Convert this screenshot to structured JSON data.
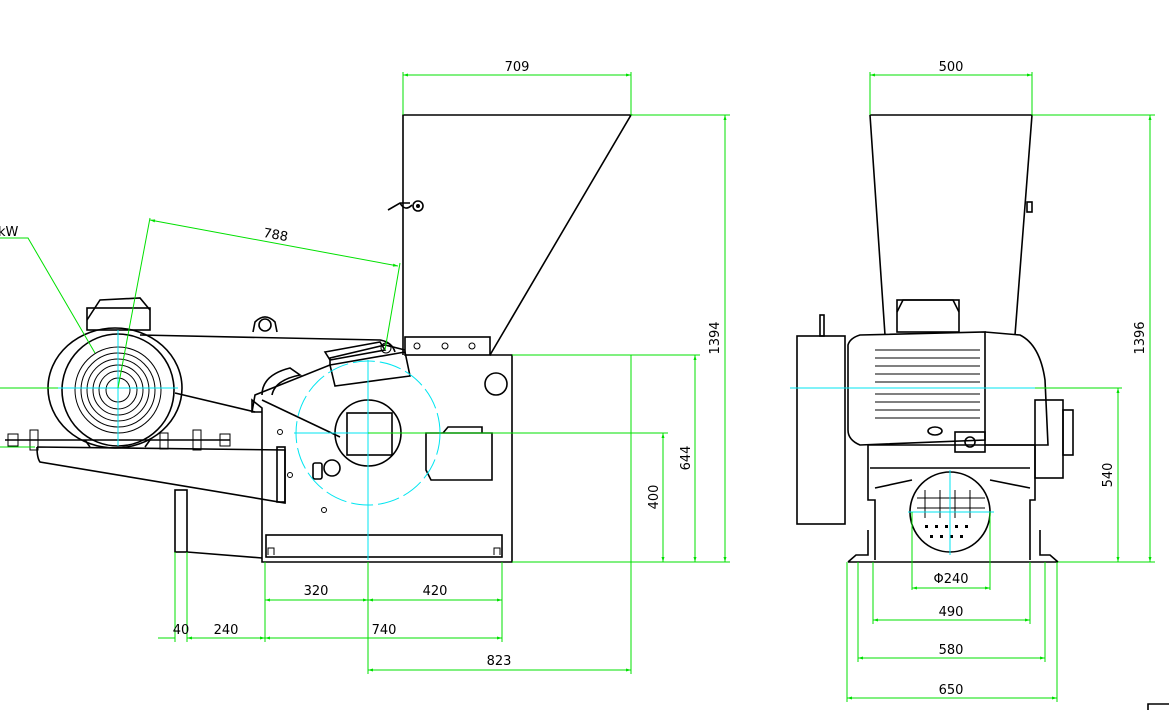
{
  "drawing": {
    "power_label": "kW",
    "front_view": {
      "hopper_width": "709",
      "overall_height": "1394",
      "inlet_height": "644",
      "shaft_height": "400",
      "belt_center_distance": "788",
      "dim_320": "320",
      "dim_420": "420",
      "dim_40": "40",
      "dim_240": "240",
      "dim_740": "740",
      "dim_823": "823"
    },
    "side_view": {
      "hopper_width": "500",
      "overall_height": "1396",
      "shaft_height": "540",
      "screen_diameter": "Φ240",
      "dim_490": "490",
      "dim_580": "580",
      "dim_650": "650"
    }
  }
}
